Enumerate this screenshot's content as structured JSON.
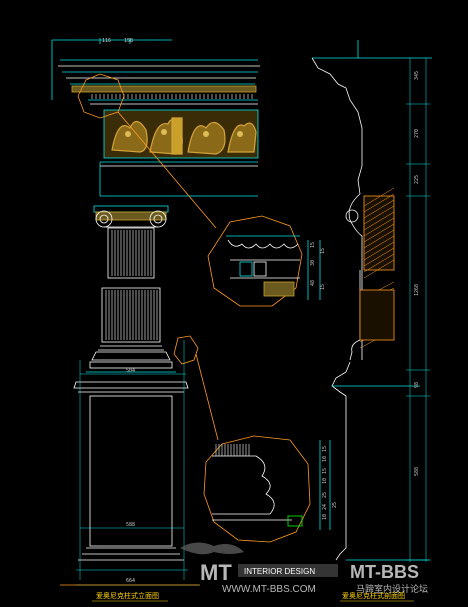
{
  "drawing": {
    "left_caption": "爱奥尼克柱式立面图",
    "right_caption": "爱奥尼克柱式剖面图",
    "top_dims": [
      "116",
      "158"
    ],
    "right_dims": [
      "345",
      "270",
      "225",
      "1268",
      "98",
      "588"
    ],
    "mid_dims": [
      "504",
      "588",
      "664"
    ],
    "detail1_dims": [
      "15",
      "30",
      "48",
      "15",
      "15"
    ],
    "detail2_dims": [
      "15",
      "10",
      "15",
      "10",
      "25",
      "24",
      "10",
      "25"
    ]
  },
  "watermark": {
    "left_logo": "MT",
    "left_badge": "INTERIOR DESIGN",
    "url": "WWW.MT-BBS.COM",
    "right_logo": "MT-BBS",
    "right_text": "马蹄室内设计论坛"
  },
  "colors": {
    "background": "#000000",
    "cyan": "#00e5e5",
    "white": "#ffffff",
    "orange": "#ff9a1f",
    "gold": "#c8a02a",
    "yellow": "#ffd400",
    "green": "#00ff00"
  }
}
